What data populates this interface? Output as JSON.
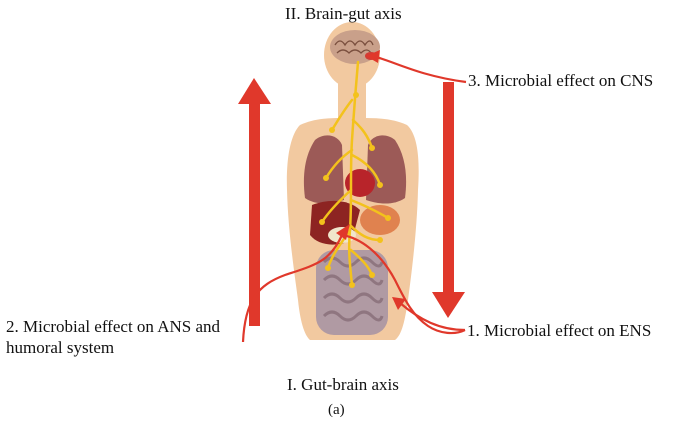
{
  "titles": {
    "top": "II. Brain-gut axis",
    "bottom": "I. Gut-brain axis",
    "caption": "(a)"
  },
  "labels": {
    "cns": "3. Microbial effect on CNS",
    "ens": "1. Microbial effect on ENS",
    "ans_line1": "2. Microbial effect on ANS and",
    "ans_line2": "humoral system"
  },
  "colors": {
    "arrow_red": "#e0382b",
    "skin": "#f2c9a0",
    "nerve_yellow": "#f3c21c"
  }
}
